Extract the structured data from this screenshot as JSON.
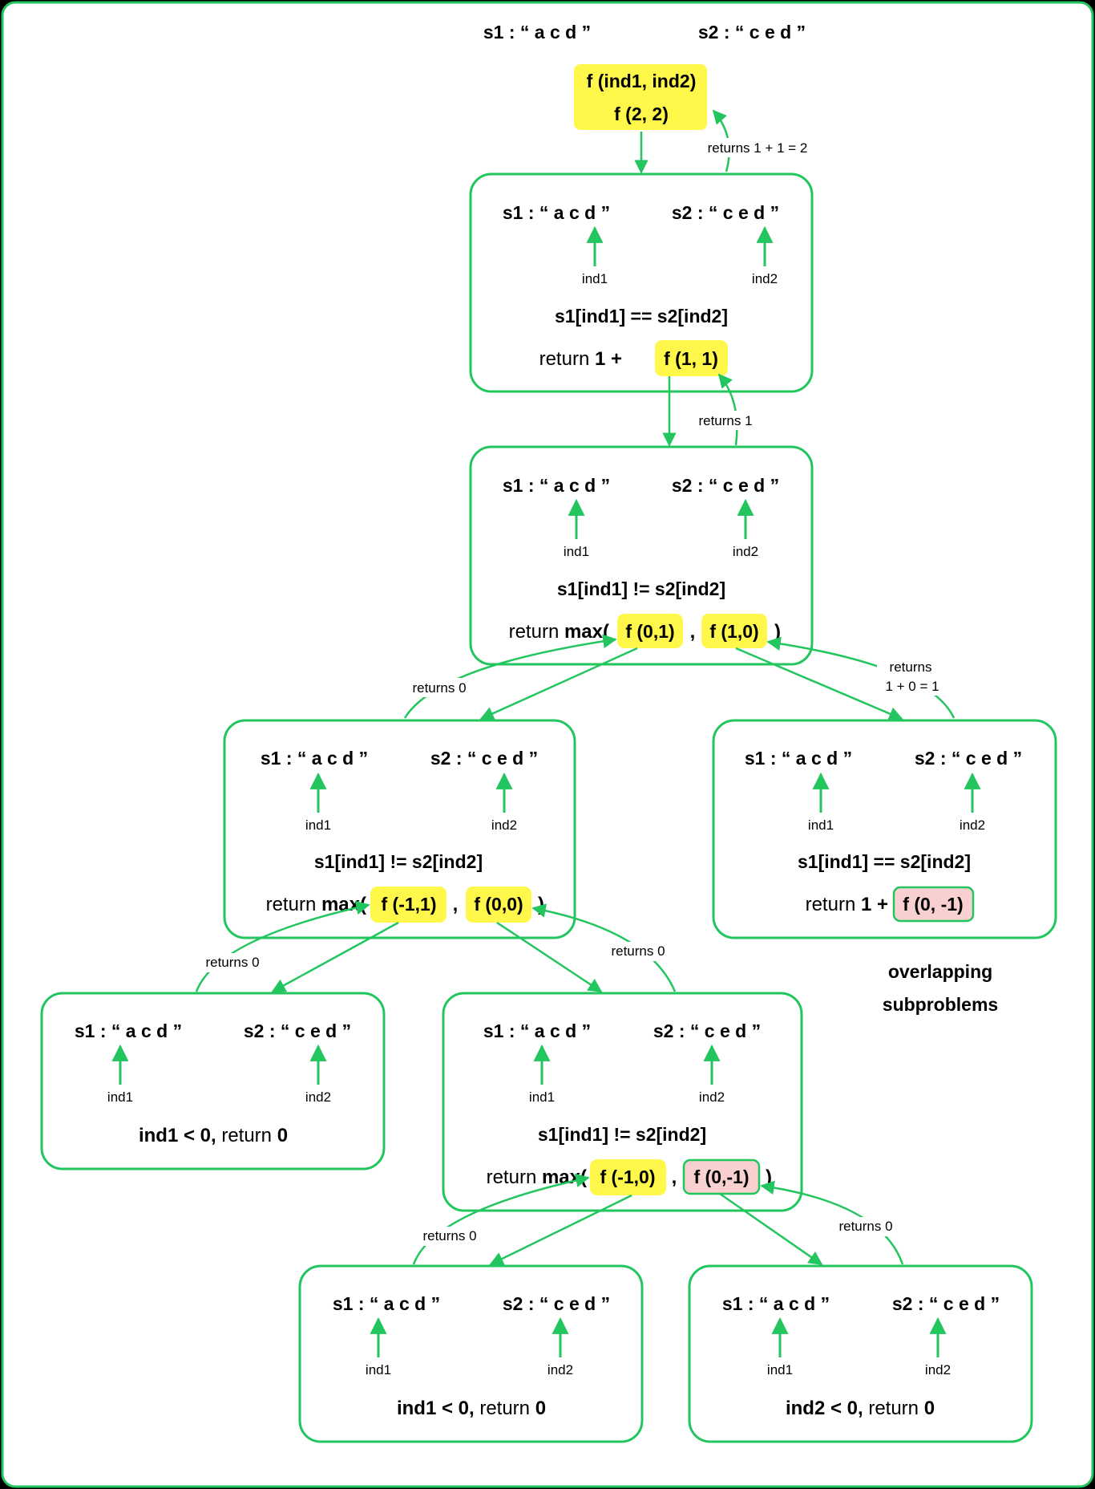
{
  "colors": {
    "background": "#ffffff",
    "frame_bg": "#000000",
    "green": "#22c55e",
    "yellow": "#fff84a",
    "pink": "#f8d0d0",
    "text": "#000000"
  },
  "root": {
    "s1": "s1 : “ a c d ”",
    "s2": "s2 : “ c e d ”",
    "line1": "f (ind1, ind2)",
    "line2": "f (2, 2)"
  },
  "returns": {
    "root": "returns 1 + 1 = 2",
    "n1": "returns 1",
    "n2_left": "returns 0",
    "n2_right_1": "returns",
    "n2_right_2": "1 + 0 = 1",
    "n3_right": "returns 0",
    "n3_left": "returns 0",
    "n5_left": "returns 0",
    "n5_right": "returns 0"
  },
  "note": {
    "line1": "overlapping",
    "line2": "subproblems"
  },
  "nodes": {
    "n1": {
      "s1": "s1 : “ a c d ”",
      "s2": "s2 : “ c e d ”",
      "ind1": "ind1",
      "ind2": "ind2",
      "cond": "s1[ind1] == s2[ind2]",
      "ret_pre": "return ",
      "ret_bold": "1 +",
      "call1": "f (1, 1)"
    },
    "n2": {
      "s1": "s1 : “ a c d ”",
      "s2": "s2 : “ c e d ”",
      "ind1": "ind1",
      "ind2": "ind2",
      "cond": "s1[ind1] != s2[ind2]",
      "ret_pre": "return ",
      "ret_bold": "max(",
      "call1": "f (0,1)",
      "comma": ",",
      "call2": "f (1,0)",
      "close": ")"
    },
    "n3": {
      "s1": "s1 : “ a c d ”",
      "s2": "s2 : “ c e d ”",
      "ind1": "ind1",
      "ind2": "ind2",
      "cond": "s1[ind1] != s2[ind2]",
      "ret_pre": "return ",
      "ret_bold": "max(",
      "call1": "f (-1,1)",
      "comma": ",",
      "call2": "f (0,0)",
      "close": ")"
    },
    "n4": {
      "s1": "s1 : “ a c d ”",
      "s2": "s2 : “ c e d ”",
      "ind1": "ind1",
      "ind2": "ind2",
      "cond": "s1[ind1] == s2[ind2]",
      "ret_pre": "return ",
      "ret_bold": "1 +",
      "call1": "f (0, -1)"
    },
    "n5": {
      "s1": "s1 : “ a c d ”",
      "s2": "s2 : “ c e d ”",
      "ind1": "ind1",
      "ind2": "ind2",
      "cond": "s1[ind1] != s2[ind2]",
      "ret_pre": "return ",
      "ret_bold": "max(",
      "call1": "f (-1,0)",
      "comma": ",",
      "call2": "f (0,-1)",
      "close": ")"
    },
    "n6": {
      "s1": "s1 : “ a c d ”",
      "s2": "s2 : “ c e d ”",
      "ind1": "ind1",
      "ind2": "ind2",
      "base_bold": "ind1 < 0,",
      "base_mid": " return ",
      "base_end": "0"
    },
    "n7": {
      "s1": "s1 : “ a c d ”",
      "s2": "s2 : “ c e d ”",
      "ind1": "ind1",
      "ind2": "ind2",
      "base_bold": "ind1 < 0,",
      "base_mid": " return ",
      "base_end": "0"
    },
    "n8": {
      "s1": "s1 : “ a c d ”",
      "s2": "s2 : “ c e d ”",
      "ind1": "ind1",
      "ind2": "ind2",
      "base_bold": "ind2 < 0,",
      "base_mid": " return ",
      "base_end": "0"
    }
  }
}
